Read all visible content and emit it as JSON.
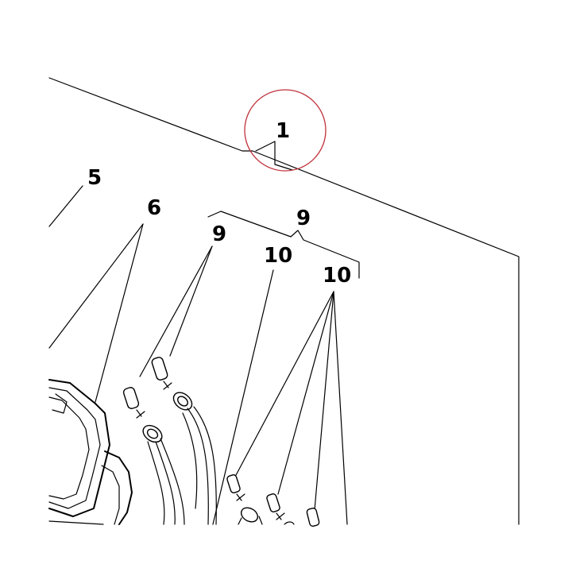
{
  "callouts": {
    "c1": "1",
    "c5": "5",
    "c6": "6",
    "c9a": "9",
    "c9b": "9",
    "c10a": "10",
    "c10b": "10"
  },
  "highlight_color": "#c0303a",
  "line_color": "#000000"
}
